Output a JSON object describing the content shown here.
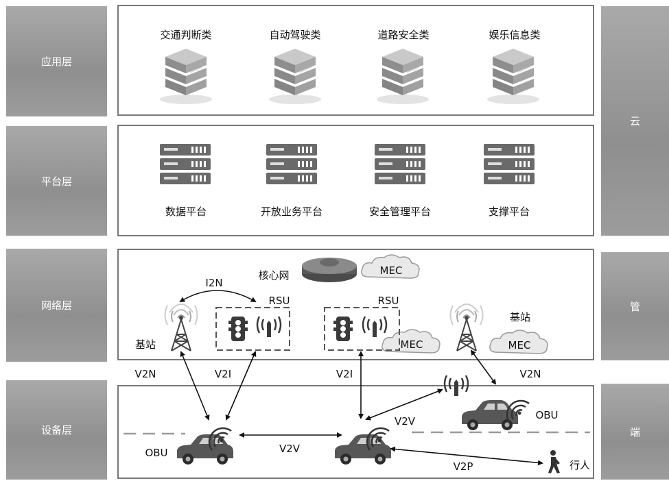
{
  "left_layers": [
    "应用层",
    "平台层",
    "网络层",
    "设备层"
  ],
  "right_layers": [
    "云",
    "管",
    "端"
  ],
  "application": [
    "交通判断类",
    "自动驾驶类",
    "道路安全类",
    "娱乐信息类"
  ],
  "platform": [
    "数据平台",
    "开放业务平台",
    "安全管理平台",
    "支撑平台"
  ],
  "network": {
    "core": "核心网",
    "mec": "MEC",
    "rsu": "RSU",
    "base_station": "基站",
    "i2n": "I2N"
  },
  "links": {
    "v2n": "V2N",
    "v2i": "V2I",
    "v2v": "V2V",
    "v2p": "V2P"
  },
  "devices": {
    "obu": "OBU",
    "pedestrian": "行人"
  }
}
